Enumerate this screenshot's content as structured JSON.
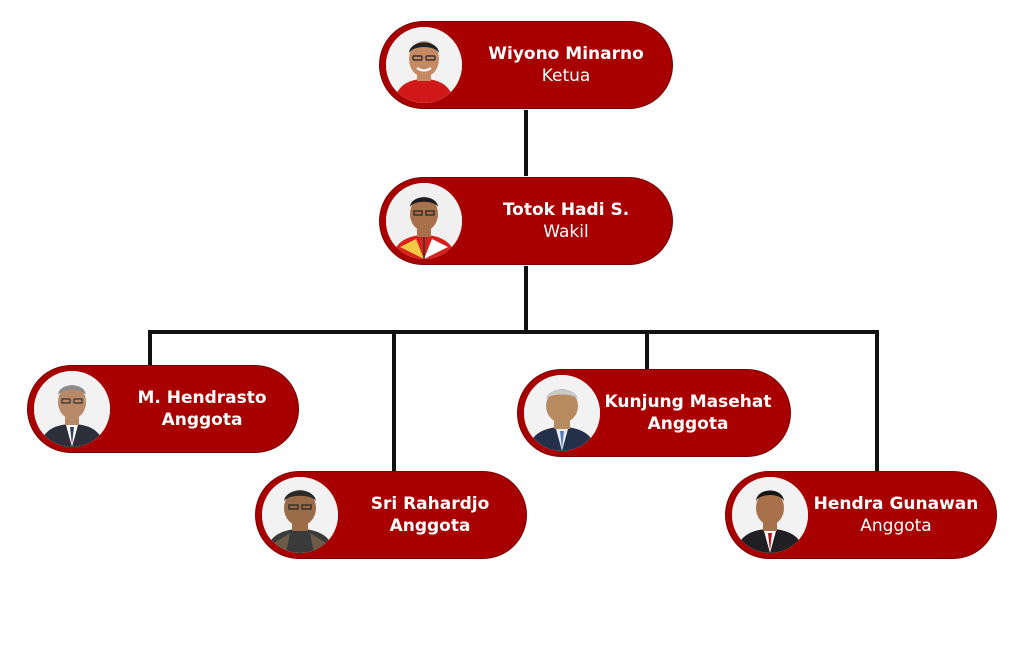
{
  "org_chart": {
    "accent_color": "#a80000",
    "members": [
      {
        "id": "ketua",
        "name": "Wiyono Minarno",
        "role": "Ketua",
        "role_bold": false,
        "photo": "person-red-shirt"
      },
      {
        "id": "wakil",
        "name": "Totok Hadi S.",
        "role": "Wakil",
        "role_bold": false,
        "photo": "person-red-jersey"
      },
      {
        "id": "anggota-1",
        "name": "M. Hendrasto",
        "role": "Anggota",
        "role_bold": true,
        "photo": "person-suit"
      },
      {
        "id": "anggota-2",
        "name": "Sri Rahardjo",
        "role": "Anggota",
        "role_bold": true,
        "photo": "person-batik"
      },
      {
        "id": "anggota-3",
        "name": "Kunjung Masehat",
        "role": "Anggota",
        "role_bold": true,
        "photo": "person-suit"
      },
      {
        "id": "anggota-4",
        "name": "Hendra Gunawan",
        "role": "Anggota",
        "role_bold": false,
        "photo": "person-suit-red-tie"
      }
    ]
  }
}
